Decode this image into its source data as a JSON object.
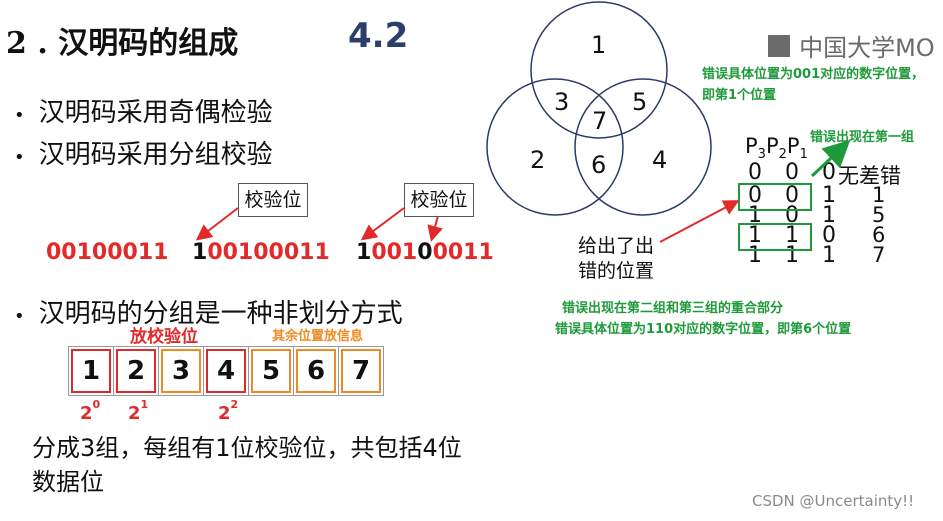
{
  "title": "2 . 汉明码的组成",
  "section_number": "4.2",
  "watermark_top": "中国大学MO",
  "watermark_bottom": "CSDN @Uncertainty!!",
  "bullets": [
    "汉明码采用奇偶检验",
    "汉明码采用分组校验",
    "汉明码的分组是一种非划分方式"
  ],
  "codes": {
    "label": "校验位",
    "code1": "00100011",
    "code2_black": "1",
    "code2_red": "00100011",
    "code3_b1": "1",
    "code3_r1": "001",
    "code3_b2": "0",
    "code3_r2": "0011"
  },
  "group_labels": {
    "check_positions": "放校验位",
    "other_positions": "其余位置放信息"
  },
  "cells": [
    "1",
    "2",
    "3",
    "4",
    "5",
    "6",
    "7"
  ],
  "exponents": [
    {
      "base": "2",
      "power": "0"
    },
    {
      "base": "2",
      "power": "1"
    },
    {
      "base": "2",
      "power": "2"
    }
  ],
  "summary_line1": "分成3组，每组有1位校验位，共包括4位",
  "summary_line2": "数据位",
  "venn_numbers": [
    "1",
    "2",
    "3",
    "4",
    "5",
    "6",
    "7"
  ],
  "notes": {
    "note_top_line1": "错误具体位置为001对应的数字位置，",
    "note_top_line2": "即第1个位置",
    "note_first_group": "错误出现在第一组",
    "note_position_line1": "给出了出",
    "note_position_line2": "错的位置",
    "note_bottom_line1": "错误出现在第二组和第三组的重合部分",
    "note_bottom_line2": "错误具体位置为110对应的数字位置，即第6个位置"
  },
  "table": {
    "header": "P3P2P1",
    "rows": [
      "0 0 0",
      "0 0 1",
      "1 0 1",
      "1 1 0",
      "1 1 1"
    ],
    "results": [
      "无差错",
      "1",
      "5",
      "6",
      "7"
    ]
  },
  "colors": {
    "red": "#e32a2a",
    "orange": "#f08a24",
    "green": "#1f9a3a",
    "navy": "#2c3e6b"
  }
}
